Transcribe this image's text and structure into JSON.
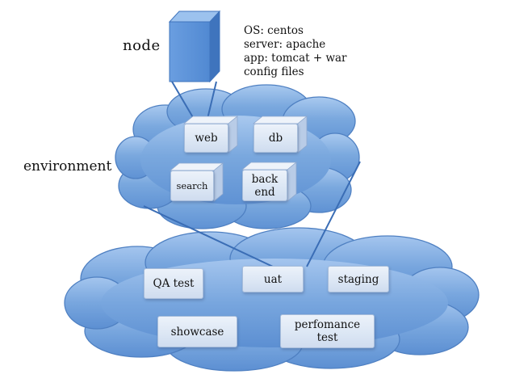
{
  "node": {
    "title": "node",
    "specs": [
      "OS: centos",
      "server: apache",
      "app: tomcat + war",
      "config files"
    ]
  },
  "environment": {
    "title": "environment",
    "components": {
      "web": "web",
      "db": "db",
      "search": "search",
      "backend": "back\nend"
    }
  },
  "environments": {
    "qa_test": "QA test",
    "uat": "uat",
    "staging": "staging",
    "showcase": "showcase",
    "performance_test": "perfomance\ntest"
  },
  "colors": {
    "cloud_fill": "#7aa8de",
    "cloud_stroke": "#4f80c2",
    "server_front": "#5c93d9",
    "server_side": "#3f74bd",
    "server_top": "#9cc2ee",
    "box_border": "#a7bddb",
    "connector": "#3a6db5"
  }
}
